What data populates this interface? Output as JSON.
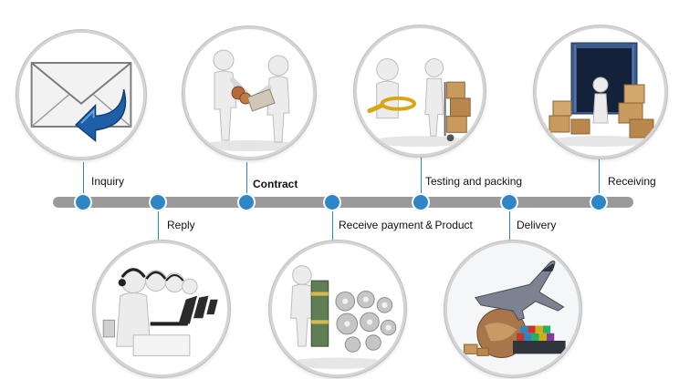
{
  "steps": {
    "inquiry": "Inquiry",
    "reply": "Reply",
    "contract": "Contract",
    "payment": "Receive payment & Product",
    "testing": "Testing and packing",
    "delivery": "Delivery",
    "receiving": "Receiving"
  },
  "icons": {
    "inquiry": "envelope-reply-icon",
    "reply": "call-center-figures-icon",
    "contract": "handshake-contract-figures-icon",
    "payment": "money-and-gears-icon",
    "testing": "magnifier-and-boxes-icon",
    "delivery": "plane-ship-globe-icon",
    "receiving": "container-boxes-icon"
  },
  "colors": {
    "node": "#2f86c6",
    "bar": "#9a9a9a",
    "ring": "#d4d4d4"
  }
}
